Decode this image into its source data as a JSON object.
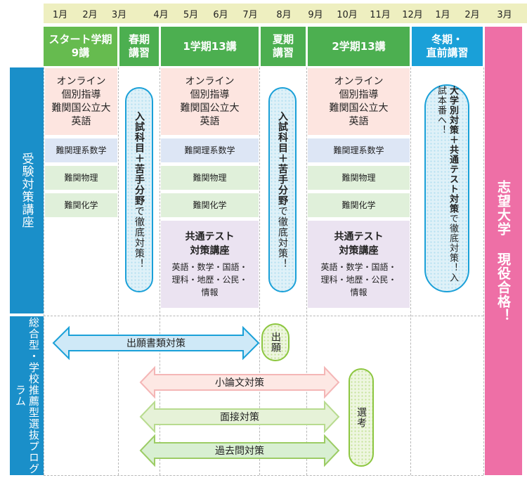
{
  "months": [
    "1月",
    "2月",
    "3月",
    "4月",
    "5月",
    "6月",
    "7月",
    "8月",
    "9月",
    "10月",
    "11月",
    "12月",
    "1月",
    "2月",
    "3月"
  ],
  "terms": {
    "start": "スタート学期\n9講",
    "spring": "春期\n講習",
    "term1": "1学期13講",
    "summer": "夏期\n講習",
    "term2": "2学期13講",
    "winter": "冬期・\n直前講習"
  },
  "side_labels": {
    "exam": "受験対策講座",
    "ao": "総合型・学校推薦型選抜プログラム"
  },
  "goal": "志望大学 現役合格！",
  "courses": {
    "online": "オンライン\n個別指導\n難関国公立大\n英語",
    "math": "難関理系数学",
    "physics": "難関物理",
    "chem": "難関化学",
    "common_title": "共通テスト\n対策講座",
    "common_sub": "英語・数学・国語・\n理科・地歴・公民・\n情報"
  },
  "capsules": {
    "spring_bold": "入試科目＋苦手分野",
    "spring_rest": "で徹底対策！",
    "summer_bold": "入試科目＋苦手分野",
    "summer_rest": "で徹底対策！",
    "winter_bold": "大学別対策＋共通テスト対策",
    "winter_rest": "で徹底対策！入試本番へ！",
    "apply": "出願",
    "selection": "選考"
  },
  "arrows": {
    "docs": "出願書類対策",
    "essay": "小論文対策",
    "interview": "面接対策",
    "pastq": "過去問対策"
  },
  "colors": {
    "term_green": "#4caf50",
    "term_blue": "#1aa0d8",
    "side_blue": "#1a8fc9",
    "goal_pink": "#ee6fa6",
    "arrow_blue": "#1aa0d8",
    "arrow_pink": "#f4b6b6",
    "arrow_green": "#9ccc65"
  }
}
